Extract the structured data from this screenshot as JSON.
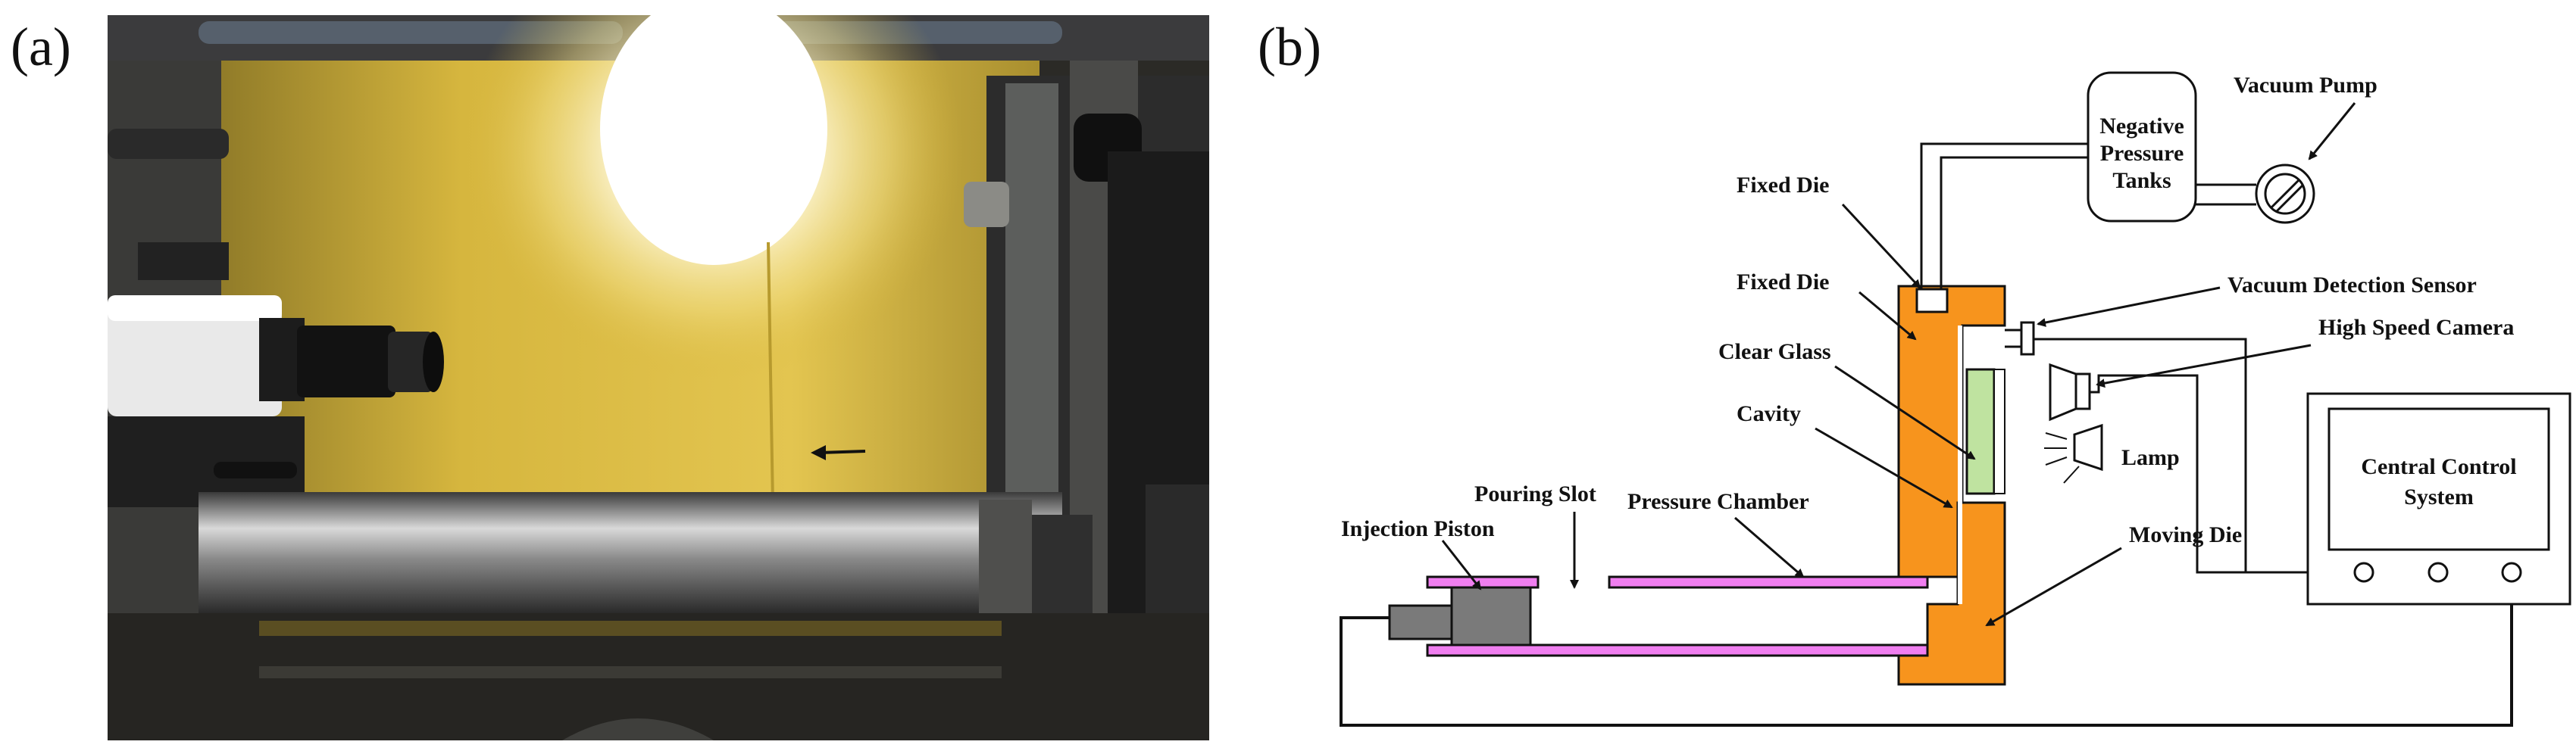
{
  "panels": {
    "a": "(a)",
    "b": "(b)"
  },
  "labels": {
    "fixed_die_top": "Fixed Die",
    "fixed_die_left": "Fixed Die",
    "clear_glass": "Clear Glass",
    "cavity": "Cavity",
    "negative_pressure_tanks": [
      "Negative",
      "Pressure",
      "Tanks"
    ],
    "vacuum_pump": "Vacuum Pump",
    "vacuum_detection_sensor": "Vacuum Detection Sensor",
    "high_speed_camera": "High Speed Camera",
    "lamp": "Lamp",
    "central_control_system": [
      "Central Control",
      "System"
    ],
    "moving_die": "Moving Die",
    "pressure_chamber": "Pressure Chamber",
    "pouring_slot": "Pouring Slot",
    "injection_piston": "Injection Piston"
  },
  "colors": {
    "die": "#f7941d",
    "chamber": "#f07ef0",
    "glass": "#bfe3a0",
    "piston": "#7a7a7a",
    "line": "#111111",
    "backdrop": "#d8b73c"
  }
}
